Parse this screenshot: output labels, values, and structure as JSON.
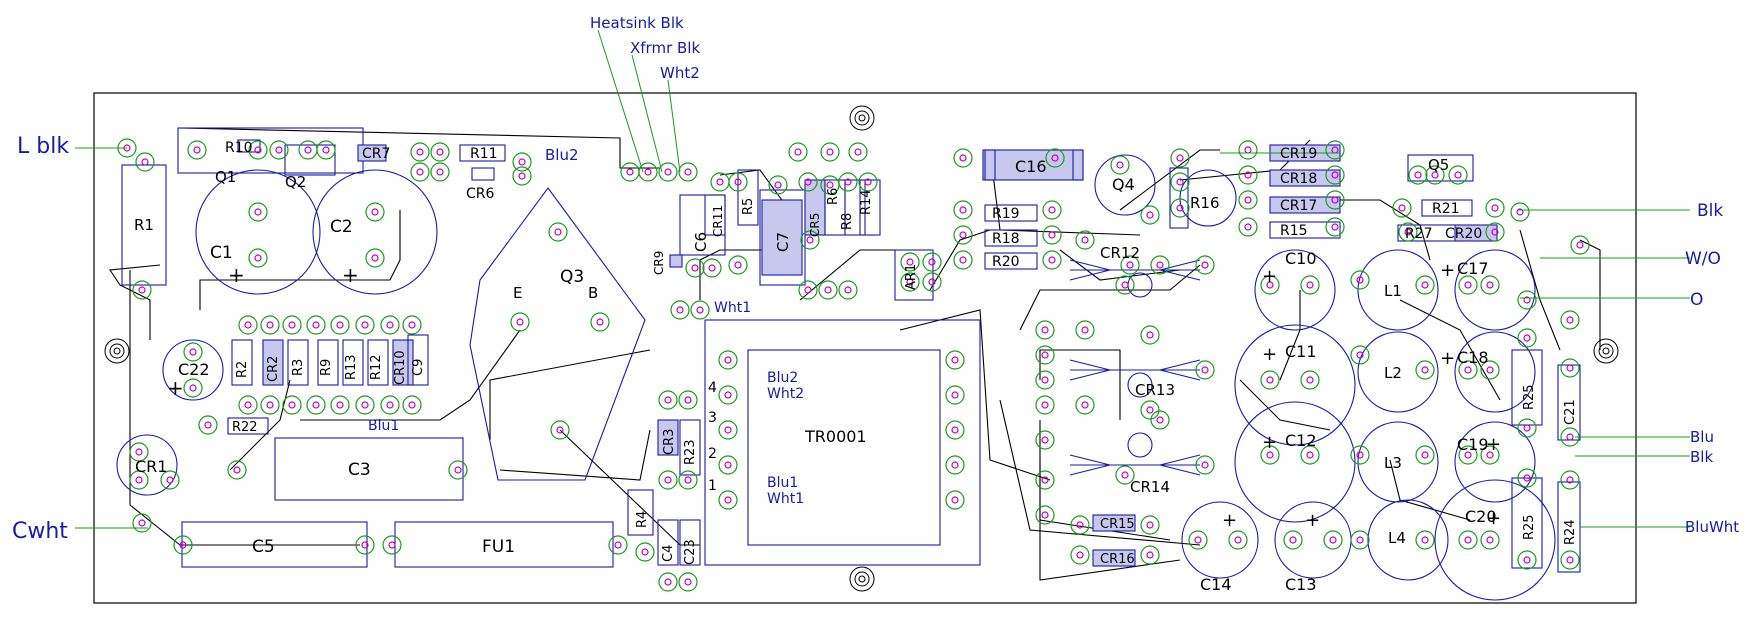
{
  "wires_external": {
    "lblk": "L blk",
    "cwht": "Cwht",
    "heatsink": "Heatsink Blk",
    "xfrmr": "Xfrmr Blk",
    "wht2_top": "Wht2",
    "blk_r1": "Blk",
    "wo": "W/O",
    "o": "O",
    "blu": "Blu",
    "blk_r2": "Blk",
    "bluwht": "BluWht"
  },
  "wires_internal": {
    "blu2_top": "Blu2",
    "wht1_mid": "Wht1",
    "blu1_left": "Blu1",
    "blu2_tr": "Blu2",
    "wht2_tr": "Wht2",
    "blu1_tr": "Blu1",
    "wht1_tr": "Wht1"
  },
  "components": {
    "R10": "R10",
    "Q1": "Q1",
    "Q2": "Q2",
    "CR7": "CR7",
    "R11": "R11",
    "CR6": "CR6",
    "R1": "R1",
    "C1": "C1",
    "C2": "C2",
    "Q3": "Q3",
    "E": "E",
    "B": "B",
    "C22": "C22",
    "R2": "R2",
    "CR2": "CR2",
    "R3": "R3",
    "R9": "R9",
    "R13": "R13",
    "R12": "R12",
    "CR10": "CR10",
    "C9": "C9",
    "R22": "R22",
    "CR1": "CR1",
    "C3": "C3",
    "C5": "C5",
    "FU1": "FU1",
    "R4": "R4",
    "C4": "C4",
    "C23": "C23",
    "CR3": "CR3",
    "R23": "R23",
    "TR0001": "TR0001",
    "C6": "C6",
    "CR11": "CR11",
    "R5": "R5",
    "C7": "C7",
    "CR5": "CR5",
    "R6": "R6",
    "R8": "R8",
    "R14": "R14",
    "CR9": "CR9",
    "AR1": "AR1",
    "C16": "C16",
    "Q4": "Q4",
    "R16": "R16",
    "CR19": "CR19",
    "CR18": "CR18",
    "CR17": "CR17",
    "R15": "R15",
    "Q5": "Q5",
    "R21": "R21",
    "R27": "R27",
    "CR20": "CR20",
    "R19": "R19",
    "R18": "R18",
    "R20": "R20",
    "CR12": "CR12",
    "C10": "C10",
    "L1": "L1",
    "C17": "C17",
    "C11": "C11",
    "L2": "L2",
    "C18": "C18",
    "R25a": "R25",
    "C21": "C21",
    "CR13": "CR13",
    "C12": "C12",
    "L3": "L3",
    "C19": "C19",
    "CR14": "CR14",
    "CR15": "CR15",
    "CR16": "CR16",
    "C14": "C14",
    "C13": "C13",
    "L4": "L4",
    "C20": "C20",
    "R25b": "R25",
    "R24": "R24"
  },
  "pins": {
    "p4": "4",
    "p3": "3",
    "p2": "2",
    "p1": "1"
  },
  "signs": {
    "plus": "+"
  },
  "colors": {
    "outline": "#1a1aa8",
    "pad": "#1a9c1a",
    "hole": "#c000c0",
    "trace": "#000000",
    "leader": "#1a9c1a",
    "wire_label": "#1a1aa8"
  }
}
